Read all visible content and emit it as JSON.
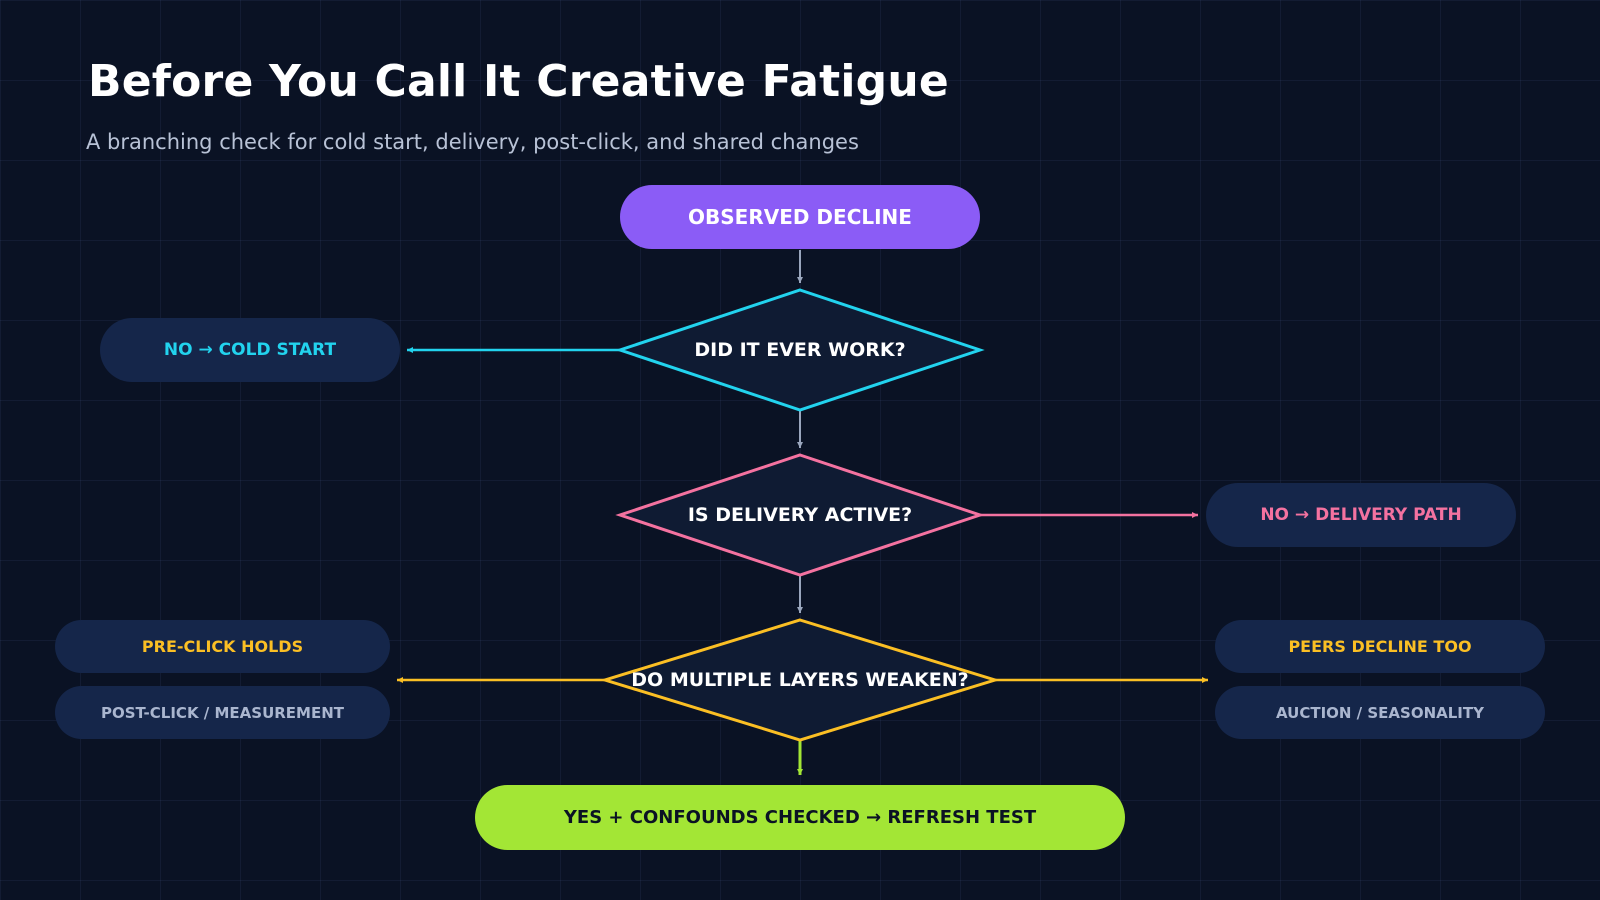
{
  "header": {
    "title": "Before You Call It Creative Fatigue",
    "subtitle": "A branching check for cold start, delivery, post-click, and shared changes"
  },
  "nodes": {
    "start": "OBSERVED DECLINE",
    "q1": "DID IT EVER WORK?",
    "q1_no": "NO → COLD START",
    "q2": "IS DELIVERY ACTIVE?",
    "q2_no": "NO → DELIVERY PATH",
    "q3": "DO MULTIPLE LAYERS WEAKEN?",
    "q3_left_top": "PRE-CLICK HOLDS",
    "q3_left_bottom": "POST-CLICK / MEASUREMENT",
    "q3_right_top": "PEERS DECLINE TOO",
    "q3_right_bottom": "AUCTION / SEASONALITY",
    "final": "YES + CONFOUNDS CHECKED → REFRESH TEST"
  },
  "colors": {
    "background": "#0a1224",
    "start_fill": "#8b5cf6",
    "q1_stroke": "#22d3ee",
    "q2_stroke": "#f472a0",
    "q3_stroke": "#fbbf24",
    "final_fill": "#a3e635",
    "outcome_fill": "#15264a",
    "connector": "#9aa6bd"
  }
}
